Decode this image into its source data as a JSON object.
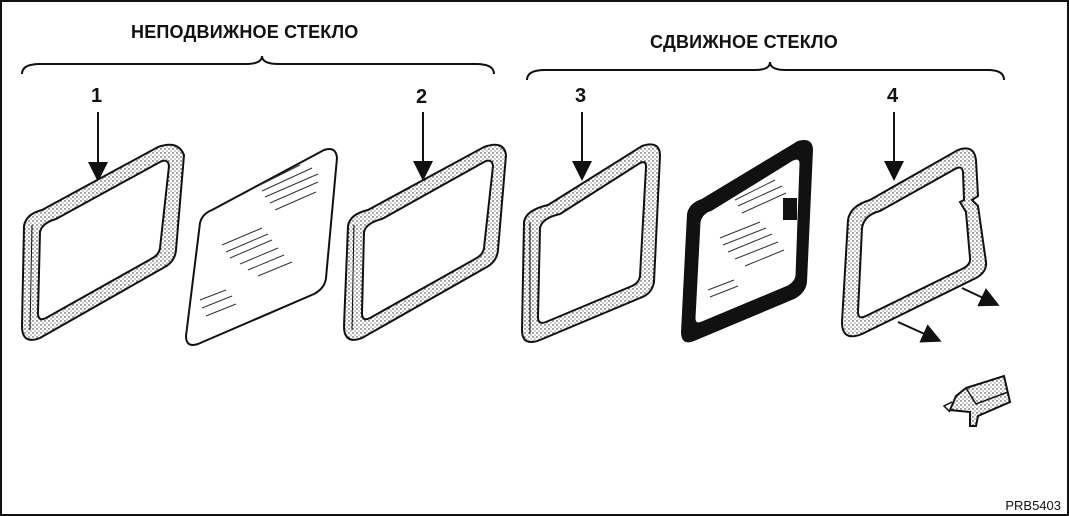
{
  "groups": {
    "fixed_glass_label": "НЕПОДВИЖНОЕ СТЕКЛО",
    "sliding_glass_label": "СДВИЖНОЕ СТЕКЛО"
  },
  "callouts": [
    "1",
    "2",
    "3",
    "4"
  ],
  "figure_code": "PRB5403",
  "colors": {
    "line": "#111111",
    "background": "#ffffff"
  }
}
